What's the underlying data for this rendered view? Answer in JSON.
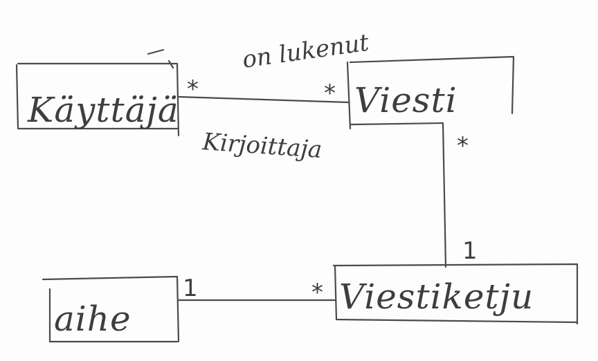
{
  "diagram": {
    "classes": {
      "kayttaja": "Käyttäjä",
      "viesti": "Viesti",
      "aihe": "aihe",
      "viestiketju": "Viestiketju"
    },
    "associations": {
      "on_lukenut": "on lukenut",
      "kirjoittaja": "Kirjoittaja"
    },
    "multiplicities": {
      "kayttaja_viesti_left": "*",
      "kayttaja_viesti_right": "*",
      "viesti_viestiketju_top": "*",
      "viesti_viestiketju_bottom": "1",
      "aihe_viestiketju_left": "1",
      "aihe_viestiketju_right": "*"
    }
  }
}
